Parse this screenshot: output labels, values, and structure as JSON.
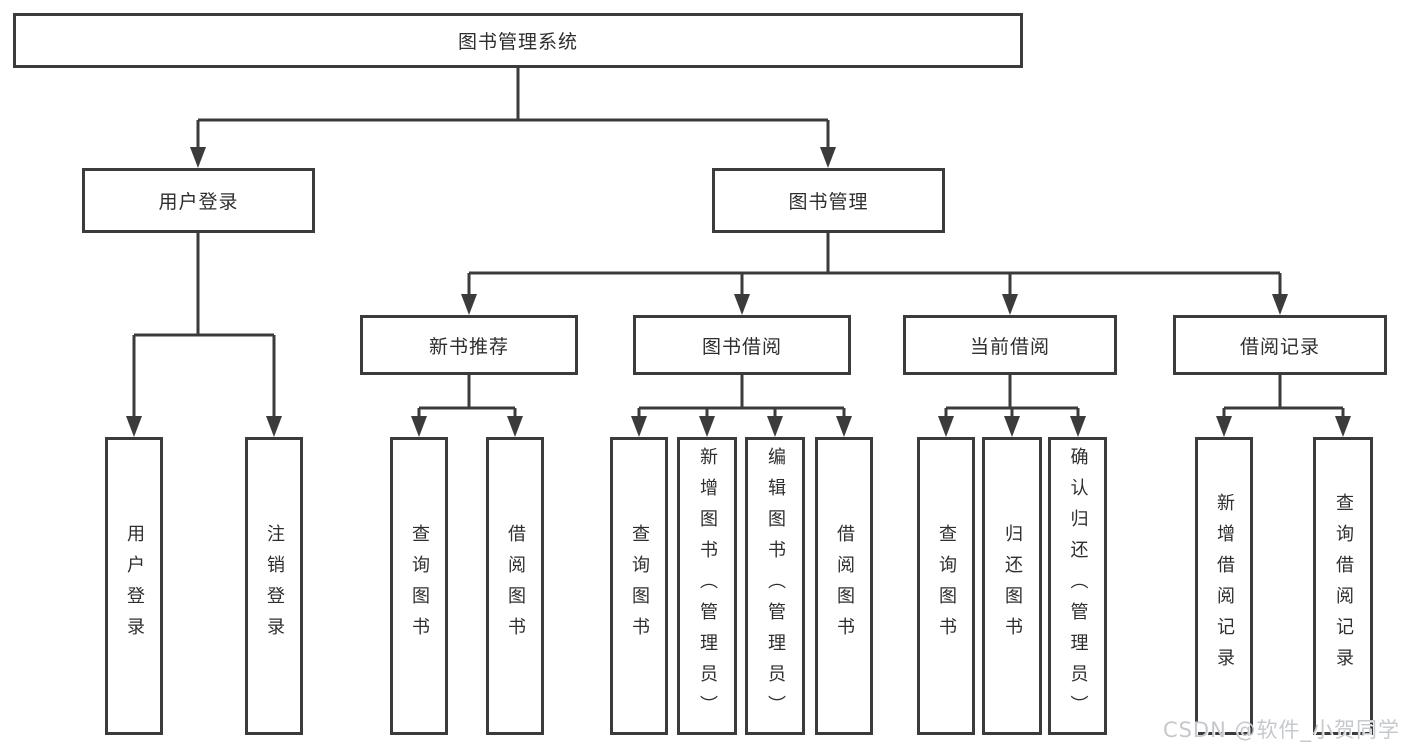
{
  "tree": {
    "root": "图书管理系统",
    "branches": [
      {
        "label": "用户登录",
        "children": [
          "用户登录",
          "注销登录"
        ]
      },
      {
        "label": "图书管理",
        "groups": [
          {
            "label": "新书推荐",
            "children": [
              "查询图书",
              "借阅图书"
            ]
          },
          {
            "label": "图书借阅",
            "children": [
              "查询图书",
              "新增图书（管理员）",
              "编辑图书（管理员）",
              "借阅图书"
            ]
          },
          {
            "label": "当前借阅",
            "children": [
              "查询图书",
              "归还图书",
              "确认归还（管理员）"
            ]
          },
          {
            "label": "借阅记录",
            "children": [
              "新增借阅记录",
              "查询借阅记录"
            ]
          }
        ]
      }
    ]
  },
  "watermark": "CSDN @软件_小贺同学",
  "colors": {
    "line": "#3b3b3b",
    "text": "#2e2e2e",
    "box_background": "#ffffff",
    "watermark": "#c5c8cc"
  }
}
